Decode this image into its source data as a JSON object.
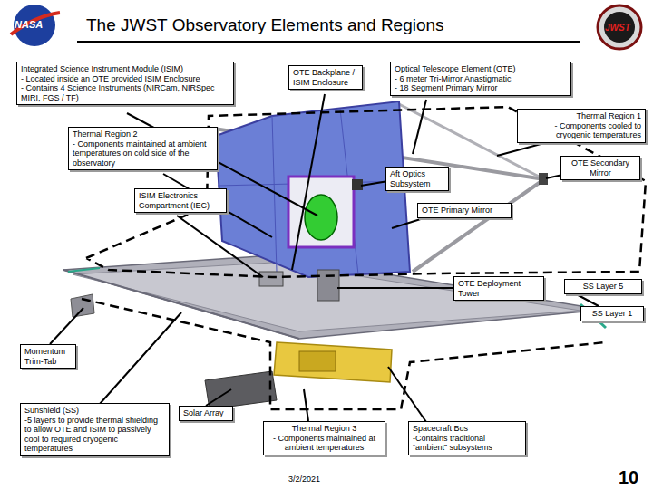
{
  "diagram": {
    "title": "The JWST Observatory Elements and Regions",
    "nodes": [
      {
        "text": [
          "Integrated Science Instrument Module (ISIM)",
          "- Located inside an OTE provided ISIM Enclosure",
          "- Contains 4 Science Instruments (NIRCam, NIRSpec MIRI, FGS / TF)"
        ]
      },
      {
        "text": [
          "OTE Backplane / ISIM Enclosure"
        ]
      },
      {
        "text": [
          "Optical Telescope Element (OTE)",
          "- 6 meter Tri-Mirror Anastigmatic",
          "- 18 Segment Primary Mirror"
        ]
      },
      {
        "text": [
          "Thermal Region 1",
          "- Components cooled to cryogenic temperatures"
        ]
      },
      {
        "text": [
          "Thermal Region 2",
          "- Components maintained at ambient temperatures on cold side of the observatory"
        ]
      },
      {
        "text": [
          "OTE Secondary Mirror"
        ]
      },
      {
        "text": [
          "Aft Optics Subsystem"
        ]
      },
      {
        "text": [
          "ISIM Electronics Compartment (IEC)"
        ]
      },
      {
        "text": [
          "OTE Primary Mirror"
        ]
      },
      {
        "text": [
          "OTE Deployment Tower"
        ]
      },
      {
        "text": [
          "SS Layer 5"
        ]
      },
      {
        "text": [
          "SS Layer 1"
        ]
      },
      {
        "text": [
          "Momentum Trim-Tab"
        ]
      },
      {
        "text": [
          "Sunshield (SS)",
          "-5 layers to provide thermal shielding to allow OTE and ISIM to passively cool to required cryogenic temperatures"
        ]
      },
      {
        "text": [
          "Solar Array"
        ]
      },
      {
        "text": [
          "Thermal Region 3",
          "- Components maintained at ambient temperatures"
        ]
      },
      {
        "text": [
          "Spacecraft Bus",
          "-Contains traditional “ambient” subsystems"
        ]
      }
    ],
    "labels": [
      "NASA",
      "JWST",
      "3/2/2021",
      "10"
    ]
  }
}
